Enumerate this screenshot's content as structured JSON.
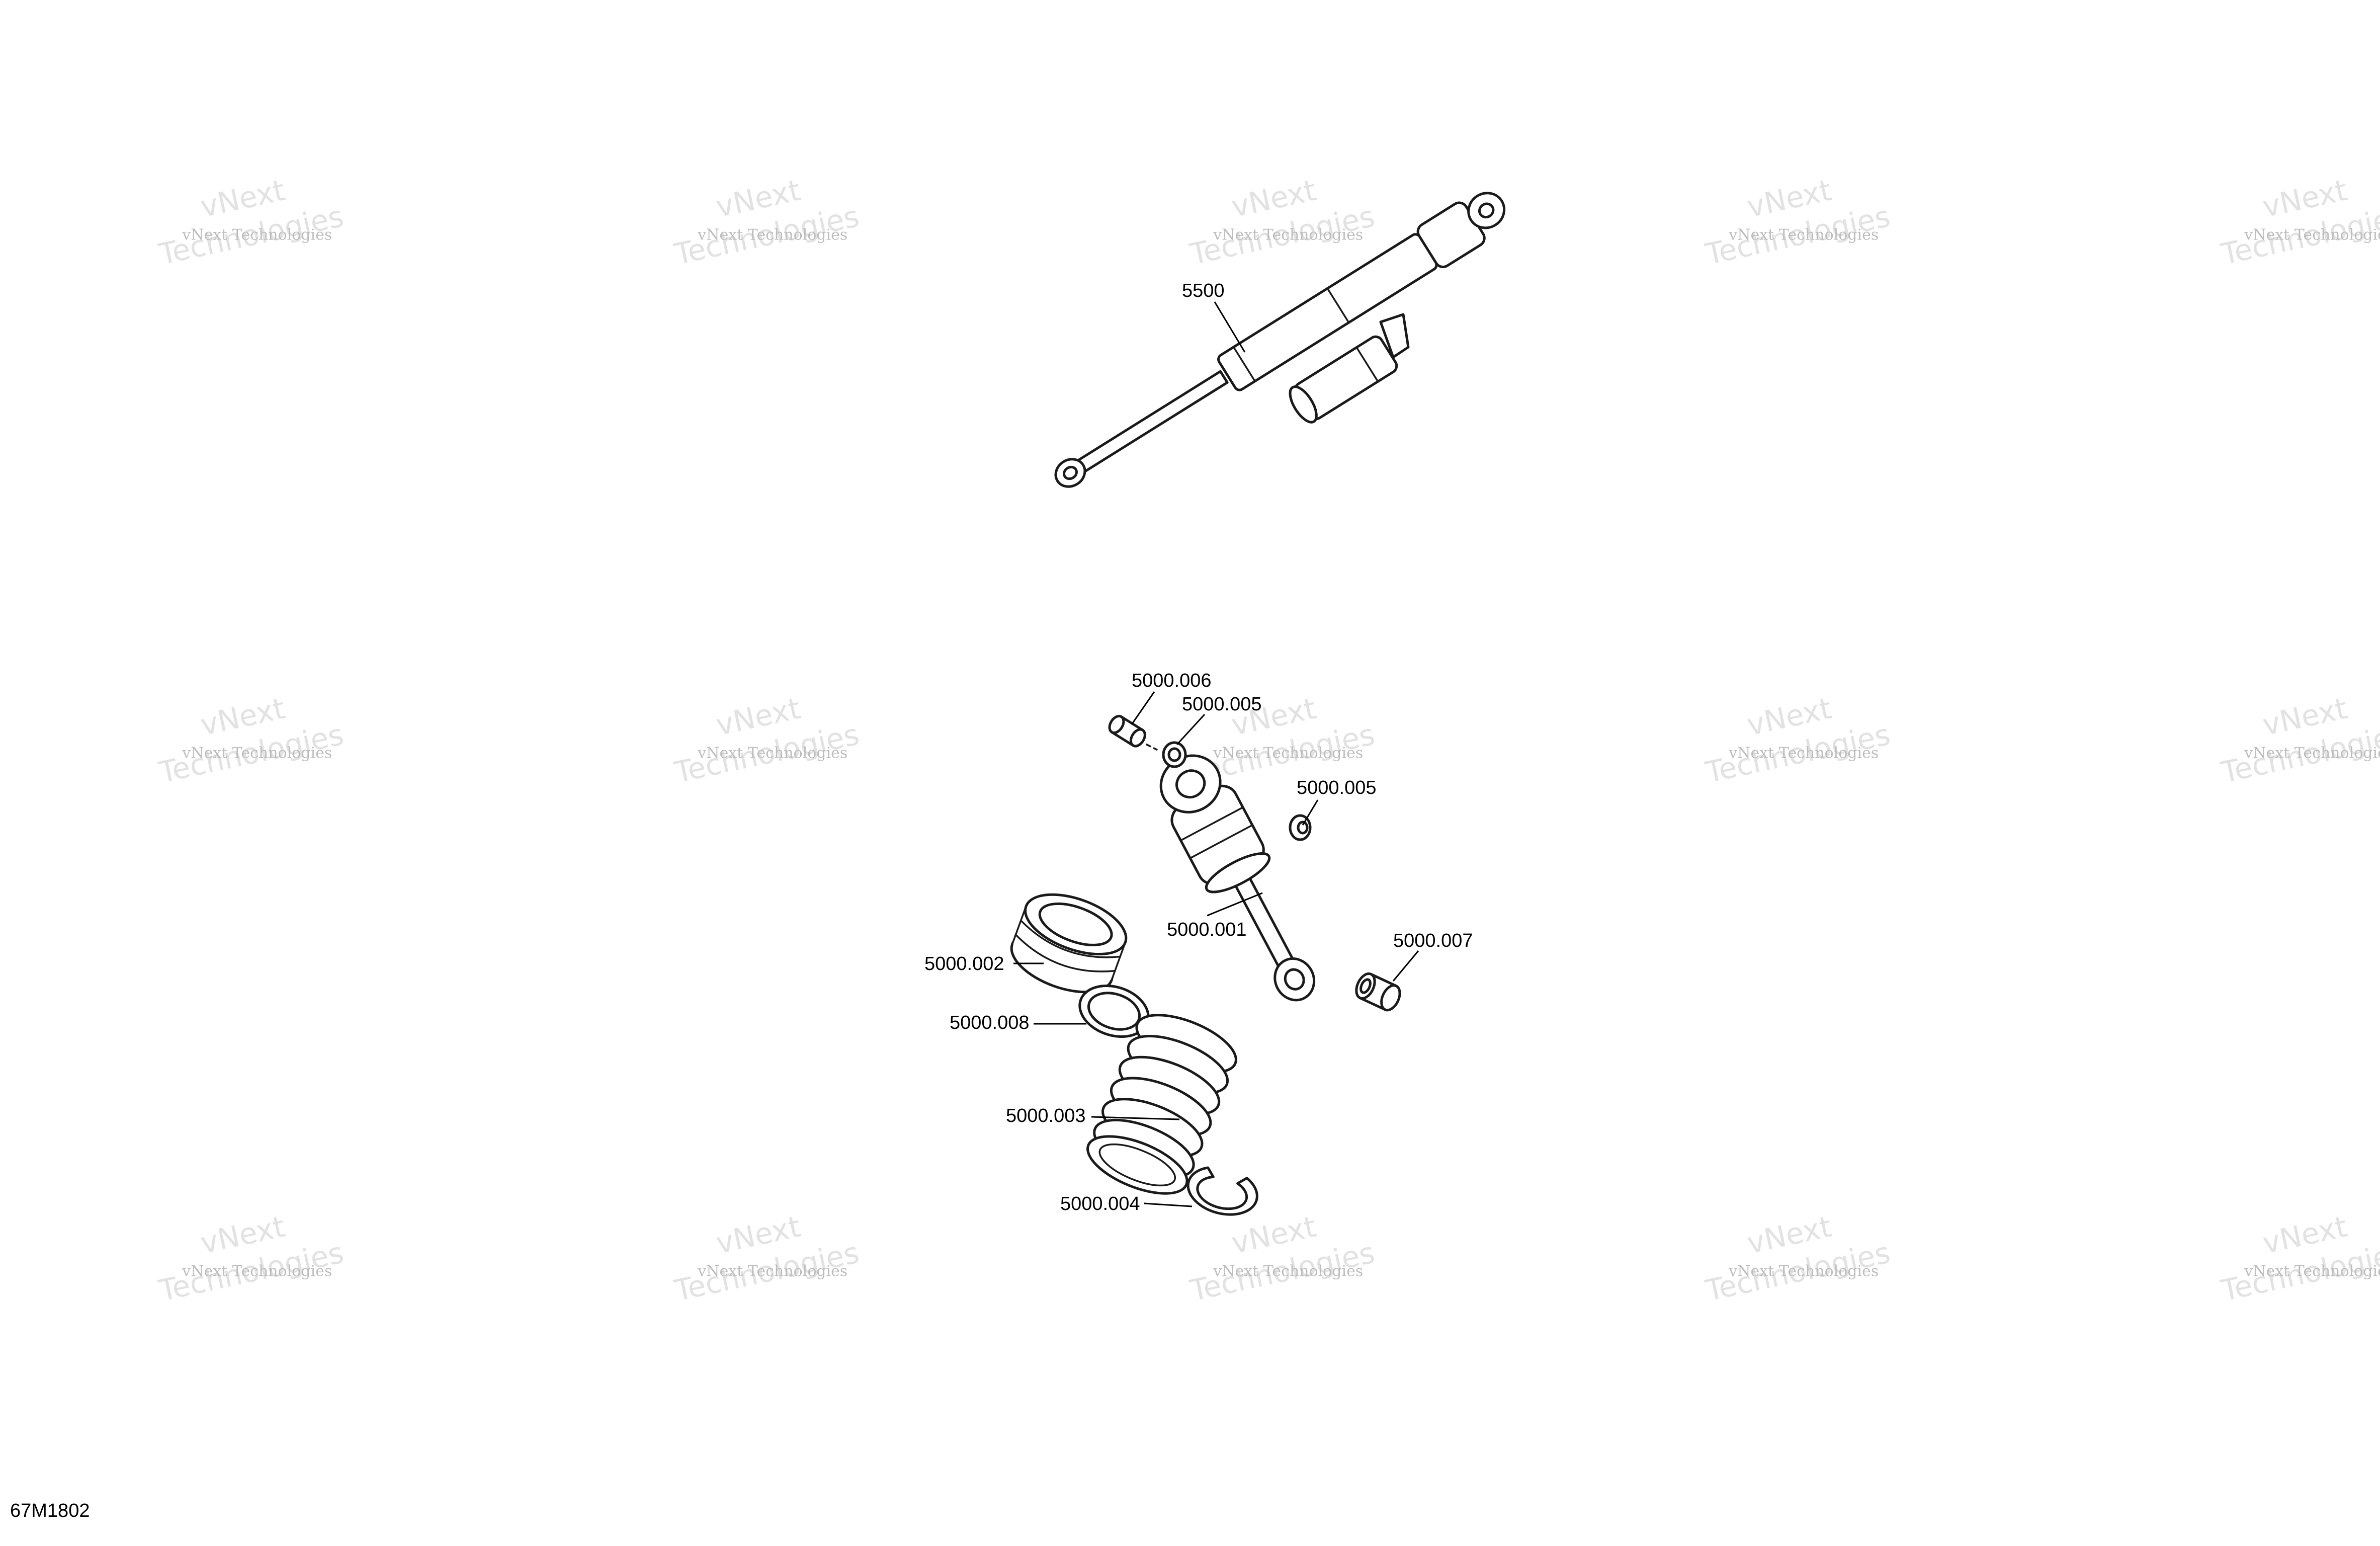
{
  "diagram": {
    "figure_id": "67M1802",
    "watermark": {
      "line1": "vNext Technologies",
      "line2": "vNext",
      "line3": "Technologies"
    },
    "parts": [
      {
        "key": "steering_damper",
        "label": "5500"
      },
      {
        "key": "sleeve",
        "label": "5000.006"
      },
      {
        "key": "ring_top",
        "label": "5000.005"
      },
      {
        "key": "bushing_side",
        "label": "5000.005"
      },
      {
        "key": "shock_absorber",
        "label": "5000.001"
      },
      {
        "key": "bushing_lower",
        "label": "5000.007"
      },
      {
        "key": "spring_seat_upper",
        "label": "5000.002"
      },
      {
        "key": "spacer_ring",
        "label": "5000.008"
      },
      {
        "key": "coil_spring",
        "label": "5000.003"
      },
      {
        "key": "spring_retainer",
        "label": "5000.004"
      }
    ]
  }
}
